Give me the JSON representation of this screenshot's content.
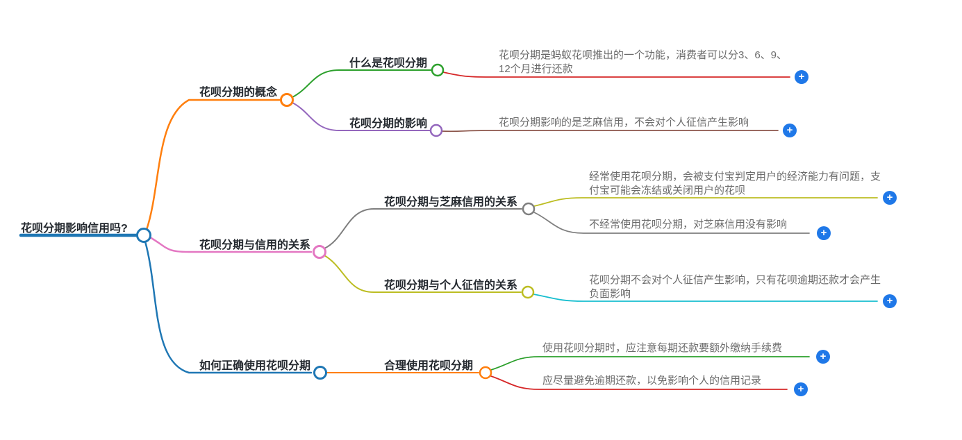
{
  "colors": {
    "blue": "#1f77b4",
    "orange": "#ff7f0e",
    "green": "#2ca02c",
    "red": "#d62728",
    "purple": "#9467bd",
    "brown": "#8c564b",
    "pink": "#e377c2",
    "gray": "#7f7f7f",
    "olive": "#bcbd22",
    "cyan": "#17becf",
    "plus_button": "#1f78e8",
    "node_text": "#24292f",
    "leaf_text": "#6b6b6b"
  },
  "icons": {
    "plus": "+"
  },
  "mindmap": {
    "root": {
      "label": "花呗分期影响信用吗?"
    },
    "branches": [
      {
        "label": "花呗分期的概念",
        "children": [
          {
            "label": "什么是花呗分期",
            "leaves": [
              "花呗分期是蚂蚁花呗推出的一个功能，消费者可以分3、6、9、12个月进行还款"
            ]
          },
          {
            "label": "花呗分期的影响",
            "leaves": [
              "花呗分期影响的是芝麻信用，不会对个人征信产生影响"
            ]
          }
        ]
      },
      {
        "label": "花呗分期与信用的关系",
        "children": [
          {
            "label": "花呗分期与芝麻信用的关系",
            "leaves": [
              "经常使用花呗分期，会被支付宝判定用户的经济能力有问题，支付宝可能会冻结或关闭用户的花呗",
              "不经常使用花呗分期，对芝麻信用没有影响"
            ]
          },
          {
            "label": "花呗分期与个人征信的关系",
            "leaves": [
              "花呗分期不会对个人征信产生影响，只有花呗逾期还款才会产生负面影响"
            ]
          }
        ]
      },
      {
        "label": "如何正确使用花呗分期",
        "children": [
          {
            "label": "合理使用花呗分期",
            "leaves": [
              "使用花呗分期时，应注意每期还款要额外缴纳手续费",
              "应尽量避免逾期还款，以免影响个人的信用记录"
            ]
          }
        ]
      }
    ]
  }
}
